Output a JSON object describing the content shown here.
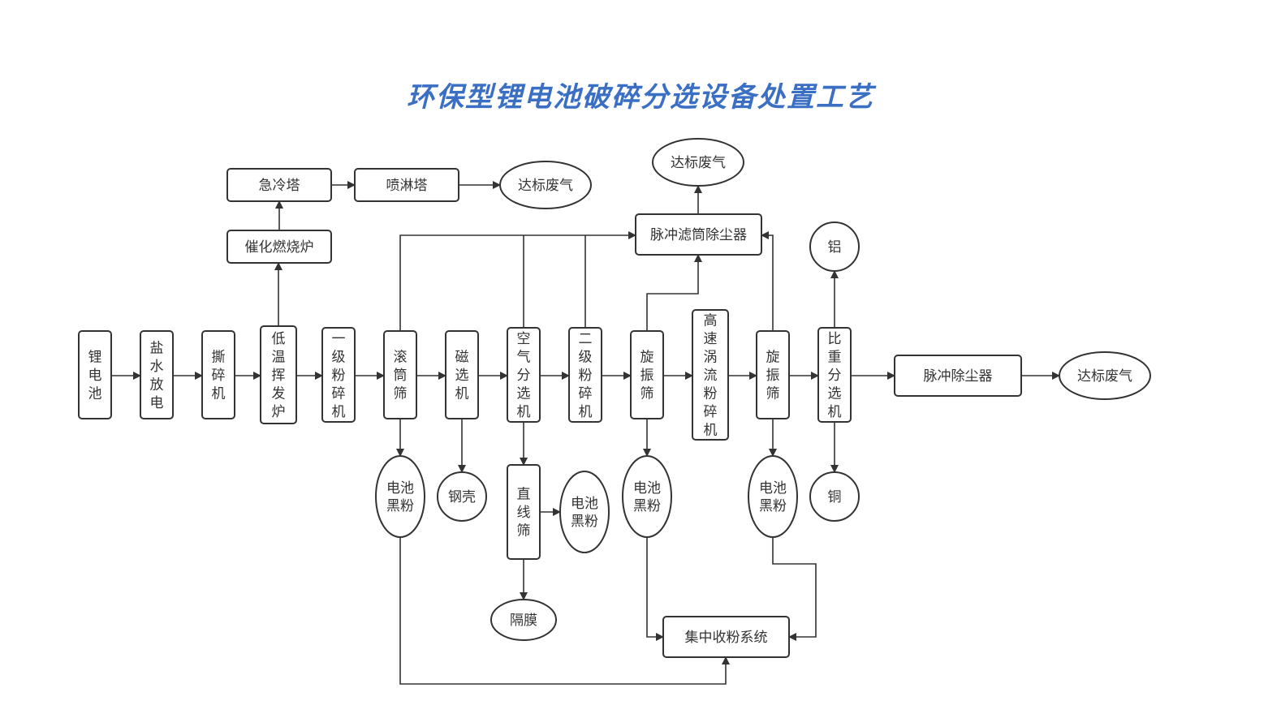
{
  "title": "环保型锂电池破碎分选设备处置工艺",
  "colors": {
    "title": "#3a6fc4",
    "stroke": "#333333",
    "fill": "#ffffff"
  },
  "nodes": [
    {
      "id": "n-battery",
      "label": "锂电池",
      "shape": "vbox"
    },
    {
      "id": "n-brine",
      "label": "盐水放电",
      "shape": "vbox"
    },
    {
      "id": "n-shredder",
      "label": "撕碎机",
      "shape": "vbox"
    },
    {
      "id": "n-furnace",
      "label": "低温挥发炉",
      "shape": "vbox"
    },
    {
      "id": "n-crusher1",
      "label": "一级粉碎机",
      "shape": "vbox"
    },
    {
      "id": "n-drum",
      "label": "滚筒筛",
      "shape": "vbox"
    },
    {
      "id": "n-magnetic",
      "label": "磁选机",
      "shape": "vbox"
    },
    {
      "id": "n-air",
      "label": "空气分选机",
      "shape": "vbox"
    },
    {
      "id": "n-crusher2",
      "label": "二级粉碎机",
      "shape": "vbox"
    },
    {
      "id": "n-vib1",
      "label": "旋振筛",
      "shape": "vbox"
    },
    {
      "id": "n-eddy",
      "label": "高速涡流粉碎机",
      "shape": "vbox"
    },
    {
      "id": "n-vib2",
      "label": "旋振筛",
      "shape": "vbox"
    },
    {
      "id": "n-gravity",
      "label": "比重分选机",
      "shape": "vbox"
    },
    {
      "id": "n-pulse",
      "label": "脉冲除尘器",
      "shape": "hbox"
    },
    {
      "id": "n-gas1",
      "label": "达标废气",
      "shape": "ellipse"
    },
    {
      "id": "n-catalytic",
      "label": "催化燃烧炉",
      "shape": "hbox"
    },
    {
      "id": "n-quench",
      "label": "急冷塔",
      "shape": "hbox"
    },
    {
      "id": "n-spray",
      "label": "喷淋塔",
      "shape": "hbox"
    },
    {
      "id": "n-gas2",
      "label": "达标废气",
      "shape": "ellipse"
    },
    {
      "id": "n-filter",
      "label": "脉冲滤筒除尘器",
      "shape": "hbox"
    },
    {
      "id": "n-gas3",
      "label": "达标废气",
      "shape": "ellipse"
    },
    {
      "id": "n-al",
      "label": "铝",
      "shape": "ellipse"
    },
    {
      "id": "n-cu",
      "label": "铜",
      "shape": "ellipse"
    },
    {
      "id": "n-black1",
      "label": "电池黑粉",
      "shape": "ellipse"
    },
    {
      "id": "n-shell",
      "label": "钢壳",
      "shape": "ellipse"
    },
    {
      "id": "n-linear",
      "label": "直线筛",
      "shape": "vbox"
    },
    {
      "id": "n-black2",
      "label": "电池黑粉",
      "shape": "ellipse"
    },
    {
      "id": "n-separator",
      "label": "隔膜",
      "shape": "ellipse"
    },
    {
      "id": "n-black3",
      "label": "电池黑粉",
      "shape": "ellipse"
    },
    {
      "id": "n-black4",
      "label": "电池黑粉",
      "shape": "ellipse"
    },
    {
      "id": "n-collect",
      "label": "集中收粉系统",
      "shape": "hbox"
    }
  ]
}
